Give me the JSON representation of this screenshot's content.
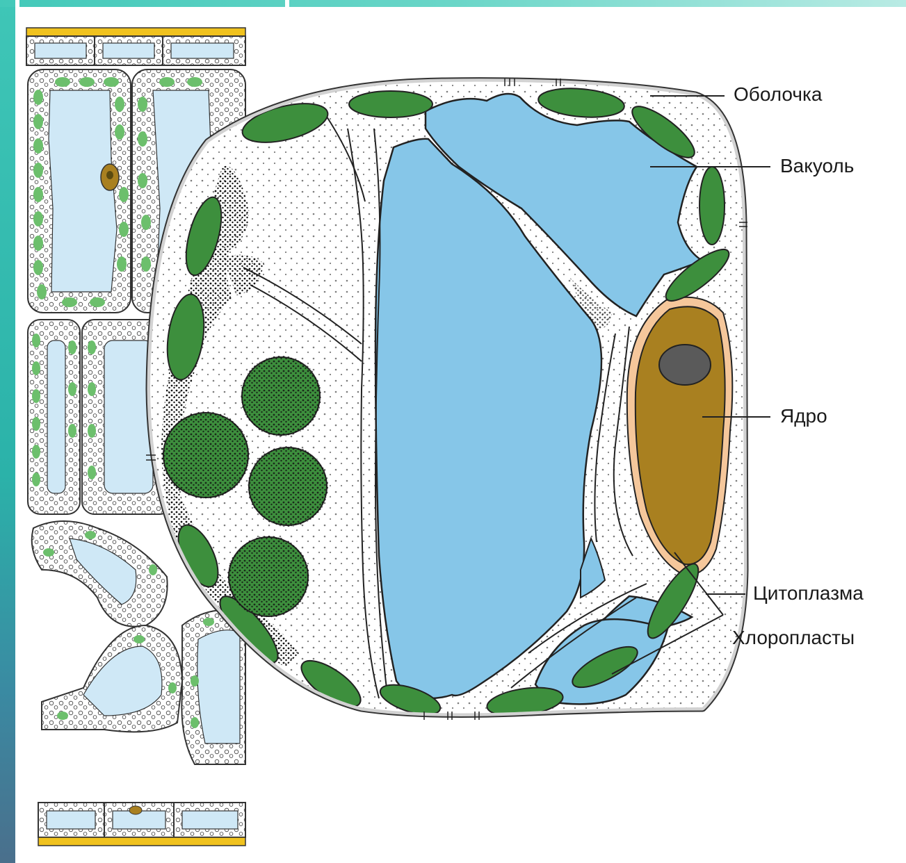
{
  "labels": {
    "membrane": "Оболочка",
    "vacuole": "Вакуоль",
    "nucleus": "Ядро",
    "cytoplasm": "Цитоплазма",
    "chloroplasts": "Хлоропласты"
  },
  "colors": {
    "frame_teal": "#2bb2a9",
    "vacuole_blue": "#86c6e8",
    "tissue_blue": "#cfe8f6",
    "chloroplast_green": "#3d8f3d",
    "tissue_green": "#6cbf6c",
    "nucleus_brown": "#a98020",
    "nucleus_rim": "#f5c79b",
    "nucleolus_gray": "#5a5a5a",
    "epidermis_yellow": "#f0c21e",
    "wall_gray": "#cdcdcd"
  }
}
